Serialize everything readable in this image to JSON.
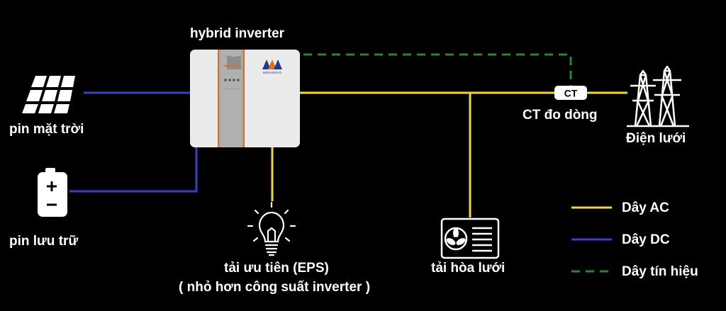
{
  "labels": {
    "inverter": "hybrid inverter",
    "solar": "pin mặt trời",
    "battery": "pin lưu trữ",
    "ct_box": "CT",
    "ct_label": "CT đo dòng",
    "grid": "Điện lưới",
    "eps_line1": "tải ưu tiên (EPS)",
    "eps_line2": "( nhỏ hơn công suất inverter )",
    "grid_load": "tải hòa lưới",
    "brand": "MEGAREVO"
  },
  "legend": [
    {
      "label": "Dây AC",
      "color": "#f5d63d",
      "style": "solid"
    },
    {
      "label": "Dây DC",
      "color": "#3b3fc4",
      "style": "solid"
    },
    {
      "label": "Dây tín hiệu",
      "color": "#1f8a2e",
      "style": "dashed"
    }
  ],
  "icons": {
    "solar": "solar-panel-icon",
    "battery": "battery-icon",
    "inverter": "inverter-icon",
    "bulb": "light-bulb-icon",
    "ac_unit": "air-conditioner-icon",
    "pylon": "transmission-tower-icon"
  }
}
